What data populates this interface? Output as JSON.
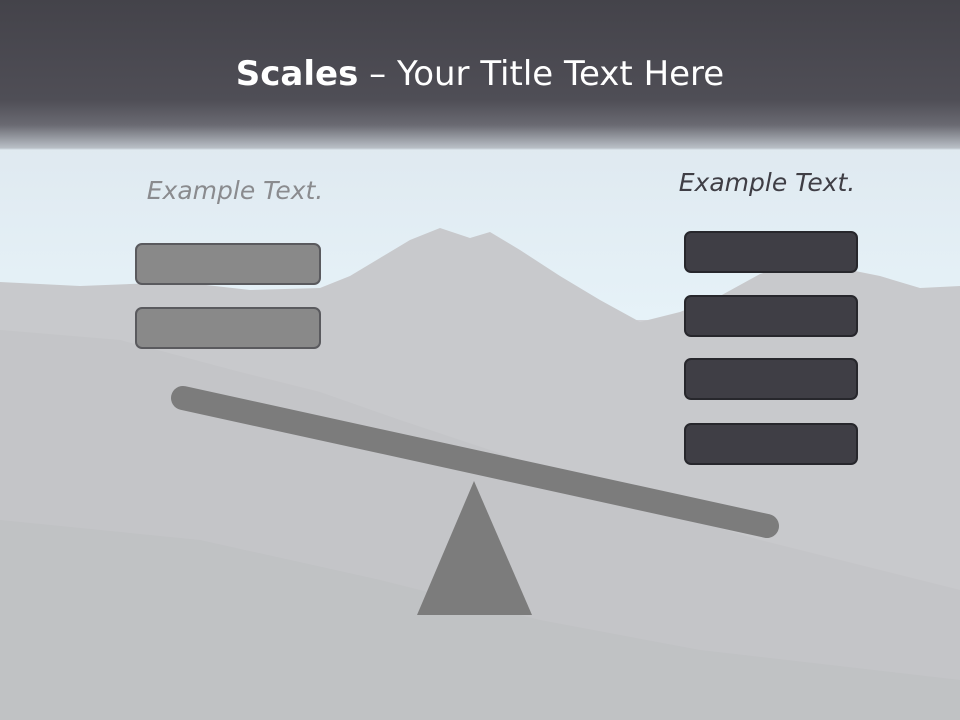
{
  "title": {
    "strong": "Scales",
    "separator": " – ",
    "rest": "Your Title Text Here"
  },
  "left_panel": {
    "label": "Example Text.",
    "box_count": 2
  },
  "right_panel": {
    "label": "Example Text.",
    "box_count": 4
  },
  "colors": {
    "header": "#4a4950",
    "sky": "#e6f2f8",
    "mountain": "#c9cacd",
    "light_box": "#898989",
    "dark_box": "#3f3e45",
    "beam": "#7c7c7c",
    "fulcrum": "#7c7c7c"
  }
}
